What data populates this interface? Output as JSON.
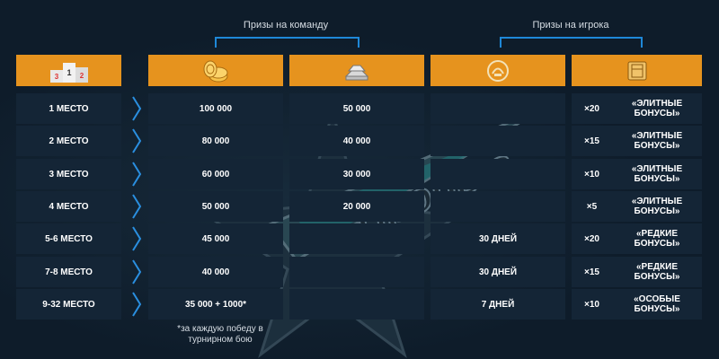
{
  "groups": {
    "team_label": "Призы на команду",
    "player_label": "Призы на игрока"
  },
  "header_icons": [
    "podium-icon",
    "gold-coins-icon",
    "credits-ingots-icon",
    "premium-account-icon",
    "bonus-book-icon"
  ],
  "rows": [
    {
      "place": "1 МЕСТО",
      "gold": "100 000",
      "credits": "50 000",
      "premium": "",
      "qty": "×20",
      "bonus": "«ЭЛИТНЫЕ БОНУСЫ»"
    },
    {
      "place": "2 МЕСТО",
      "gold": "80 000",
      "credits": "40 000",
      "premium": "",
      "qty": "×15",
      "bonus": "«ЭЛИТНЫЕ БОНУСЫ»"
    },
    {
      "place": "3 МЕСТО",
      "gold": "60 000",
      "credits": "30 000",
      "premium": "",
      "qty": "×10",
      "bonus": "«ЭЛИТНЫЕ БОНУСЫ»"
    },
    {
      "place": "4 МЕСТО",
      "gold": "50 000",
      "credits": "20 000",
      "premium": "",
      "qty": "×5",
      "bonus": "«ЭЛИТНЫЕ БОНУСЫ»"
    },
    {
      "place": "5-6 МЕСТО",
      "gold": "45 000",
      "credits": "",
      "premium": "30 ДНЕЙ",
      "qty": "×20",
      "bonus": "«РЕДКИЕ БОНУСЫ»"
    },
    {
      "place": "7-8 МЕСТО",
      "gold": "40 000",
      "credits": "",
      "premium": "30 ДНЕЙ",
      "qty": "×15",
      "bonus": "«РЕДКИЕ БОНУСЫ»"
    },
    {
      "place": "9-32 МЕСТО",
      "gold": "35 000 + 1000*",
      "credits": "",
      "premium": "7 ДНЕЙ",
      "qty": "×10",
      "bonus": "«ОСОБЫЕ БОНУСЫ»"
    }
  ],
  "footnote": "*за каждую победу в турнирном бою",
  "logo_text": "Прорыв",
  "colors": {
    "background": "#0e1c2a",
    "header": "#e6931e",
    "row": "#142536",
    "accent": "#1e88d8"
  }
}
